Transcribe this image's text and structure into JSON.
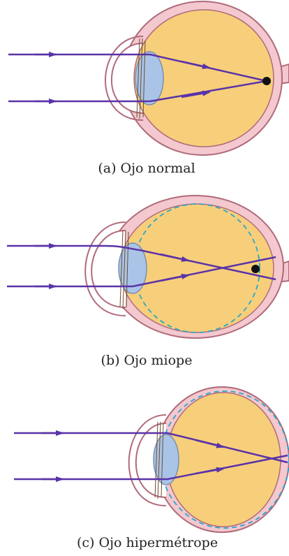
{
  "figure": {
    "panels": [
      {
        "id": "a",
        "caption": "(a) Ojo normal"
      },
      {
        "id": "b",
        "caption": "(b) Ojo miope"
      },
      {
        "id": "c",
        "caption": "(c) Ojo hipermétrope"
      }
    ]
  },
  "colors": {
    "eyeball_outer": "#f3c8cf",
    "eyeball_rim": "#b06a7a",
    "eye_interior": "#f7cf7a",
    "lens": "#aac4e8",
    "ray": "#5a33a8",
    "ideal_shape_dashed": "#2aa6c9",
    "focus_point": "#111111"
  }
}
